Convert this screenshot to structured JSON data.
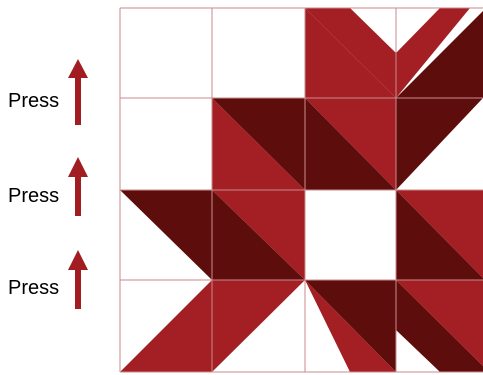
{
  "labels": {
    "press_1": "Press",
    "press_2": "Press",
    "press_3": "Press"
  },
  "icons": {
    "arrow": "arrow-up-icon"
  },
  "colors": {
    "light_red": "#A31F24",
    "dark_red": "#5E0D0D",
    "grid_line": "#C98A8A",
    "arrow": "#A11D22",
    "background": "#FFFFFF"
  },
  "block": {
    "rows": 4,
    "cols": 4
  }
}
